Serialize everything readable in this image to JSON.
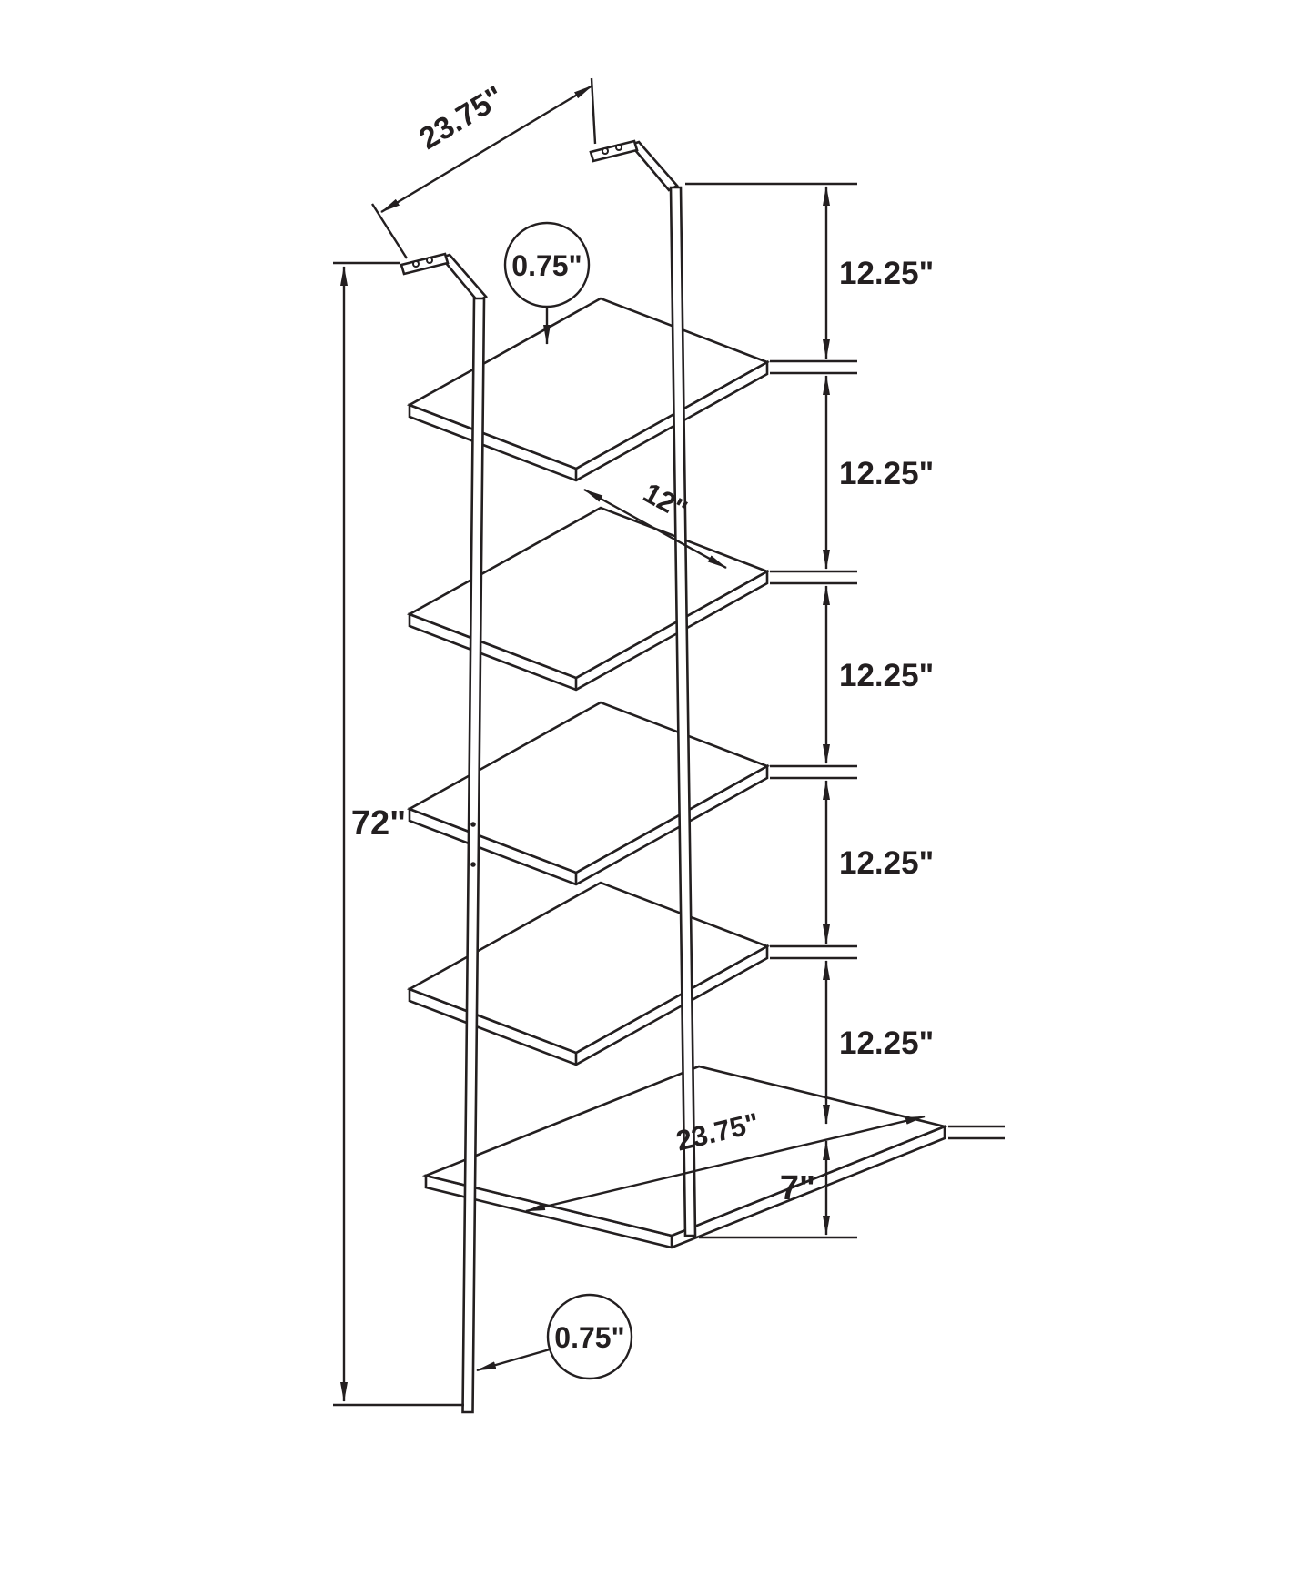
{
  "annotations": {
    "top_width": "23.75\"",
    "shelf_thickness": "0.75\"",
    "shelf_spacing": [
      "12.25\"",
      "12.25\"",
      "12.25\"",
      "12.25\"",
      "12.25\""
    ],
    "overall_height": "72\"",
    "shelf_depth": "12\"",
    "bottom_shelf_width": "23.75\"",
    "floor_clearance": "7\"",
    "frame_thickness": "0.75\""
  },
  "style": {
    "line_color": "#231f20",
    "background": "#ffffff"
  }
}
